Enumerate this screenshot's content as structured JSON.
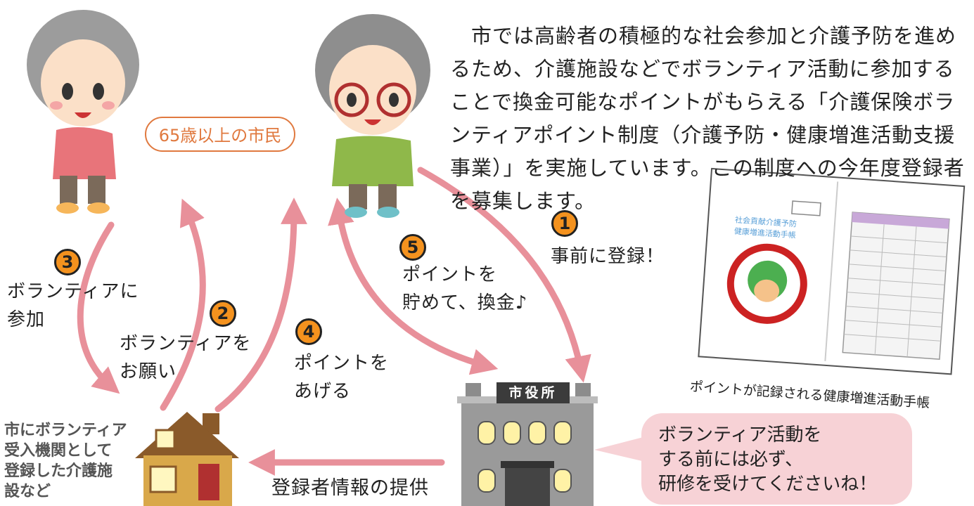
{
  "intro_text": "市では高齢者の積極的な社会参加と介護予防を進めるため、介護施設などでボランティア活動に参加することで換金可能なポイントがもらえる「介護保険ボランティアポイント制度（介護予防・健康増進活動支援事業）」を実施しています。この制度への今年度登録者を募集します。",
  "citizens_label": "65歳以上の市民",
  "steps": [
    {
      "num": "1",
      "label": "事前に登録！"
    },
    {
      "num": "2",
      "label_l1": "ボランティアを",
      "label_l2": "お願い"
    },
    {
      "num": "3",
      "label_l1": "ボランティアに",
      "label_l2": "参加"
    },
    {
      "num": "4",
      "label_l1": "ポイントを",
      "label_l2": "あげる"
    },
    {
      "num": "5",
      "label_l1": "ポイントを",
      "label_l2": "貯めて、換金♪"
    }
  ],
  "city_hall_label": "市役所",
  "facility_label_lines": [
    "市にボランティア",
    "受入機関として",
    "登録した介護施",
    "設など"
  ],
  "provide_label": "登録者情報の提供",
  "notice_bubble_lines": [
    "ボランティア活動を",
    "する前には必ず、",
    "研修を受けてくださいね！"
  ],
  "handbook_caption": "ポイントが記録される健康増進活動手帳",
  "colors": {
    "arrow": "#e8909a",
    "accent_orange": "#f4921e",
    "citizens_border": "#e0793f",
    "bubble": "#f7d2d6"
  }
}
